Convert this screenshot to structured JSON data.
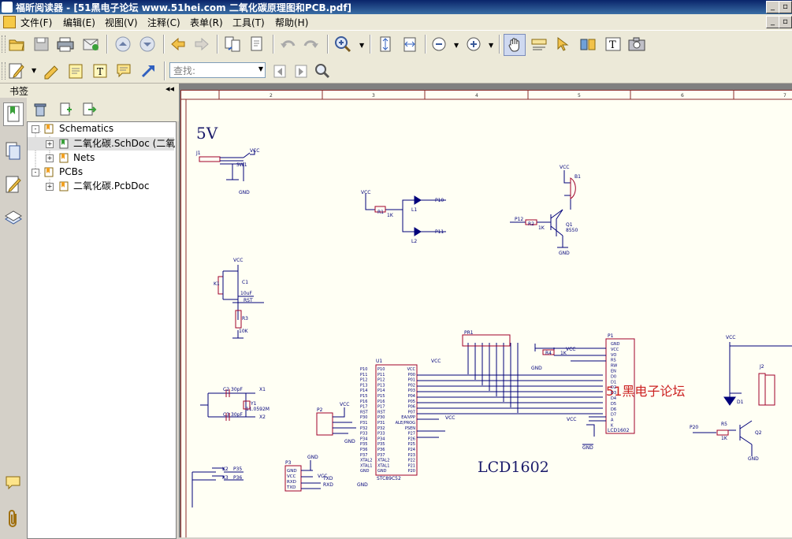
{
  "window": {
    "title": "福昕阅读器 - [51黑电子论坛 www.51hei.com 二氧化碳原理图和PCB.pdf]"
  },
  "menu": [
    "文件(F)",
    "编辑(E)",
    "视图(V)",
    "注释(C)",
    "表单(R)",
    "工具(T)",
    "帮助(H)"
  ],
  "toolbar2": {
    "search_placeholder": "查找:"
  },
  "bookmarks": {
    "panel_title": "书签",
    "tree": [
      {
        "label": "Schematics",
        "level": 0,
        "expander": "-"
      },
      {
        "label": "二氧化碳.SchDoc (二氧",
        "level": 1,
        "expander": "+"
      },
      {
        "label": "Nets",
        "level": 1,
        "expander": "+"
      },
      {
        "label": "PCBs",
        "level": 0,
        "expander": "-"
      },
      {
        "label": "二氧化碳.PcbDoc",
        "level": 1,
        "expander": "+"
      }
    ]
  },
  "schematic": {
    "ruler": [
      "2",
      "3",
      "4",
      "5",
      "6",
      "7"
    ],
    "title_5v": "5V",
    "title_lcd": "LCD1602",
    "watermark": "51黑电子论坛",
    "labels": {
      "vcc": "VCC",
      "gnd": "GND",
      "sw1": "SW1",
      "j1": "J1",
      "p10": "P10",
      "p11": "P11",
      "l1": "L1",
      "l2": "L2",
      "r1": "R1",
      "r1v": "1K",
      "b1": "B1",
      "p12": "P12",
      "r2": "R2",
      "r2v": "1K",
      "q1": "Q1",
      "q1v": "8550",
      "k1": "K1",
      "c1": "C1",
      "c1v": "10uF",
      "rst": "RST",
      "r3": "R3",
      "r3v": "10K",
      "c2": "C2",
      "c2v": "30pF",
      "c3": "C3",
      "c3v": "30pF",
      "x1": "X1",
      "x2": "X2",
      "y1": "Y1",
      "y1v": "11.0592M",
      "k2": "K2",
      "k3": "K3",
      "p35": "P35",
      "p36": "P36",
      "u1": "U1",
      "u1v": "STC89C52",
      "p2": "P2",
      "p3": "P3",
      "pr1": "PR1",
      "r4": "R4",
      "r4v": "1K",
      "p1": "P1",
      "lcdv": "LCD1602",
      "r5": "R5",
      "r5v": "1K",
      "p20": "P20",
      "q2": "Q2",
      "d1": "D1",
      "j2": "J2",
      "txd": "TXD",
      "rxd": "RXD"
    },
    "p3_pins": [
      "GND",
      "VCC",
      "RXD",
      "TXD"
    ],
    "u1_left_pins": [
      "P10",
      "P11",
      "P12",
      "P13",
      "P14",
      "P15",
      "P16",
      "P17",
      "RST",
      "P30",
      "P31",
      "P32",
      "P33",
      "P34",
      "P35",
      "P36",
      "P37",
      "XTAL2",
      "XTAL1",
      "GND"
    ],
    "u1_right_pins": [
      "VCC",
      "P00",
      "P01",
      "P02",
      "P03",
      "P04",
      "P05",
      "P06",
      "P07",
      "EA/VPP",
      "ALE/PROG",
      "PSEN",
      "P27",
      "P26",
      "P25",
      "P24",
      "P23",
      "P22",
      "P21",
      "P20"
    ],
    "lcd_pins": [
      "GND",
      "VCC",
      "VO",
      "RS",
      "RW",
      "EN",
      "D0",
      "D1",
      "D2",
      "D3",
      "D4",
      "D5",
      "D6",
      "D7",
      "A",
      "K"
    ]
  },
  "colors": {
    "wire": "#00007a",
    "component": "#a0002a",
    "text": "#0000a0",
    "watermark": "#cc2222",
    "paper": "#fffff4"
  }
}
